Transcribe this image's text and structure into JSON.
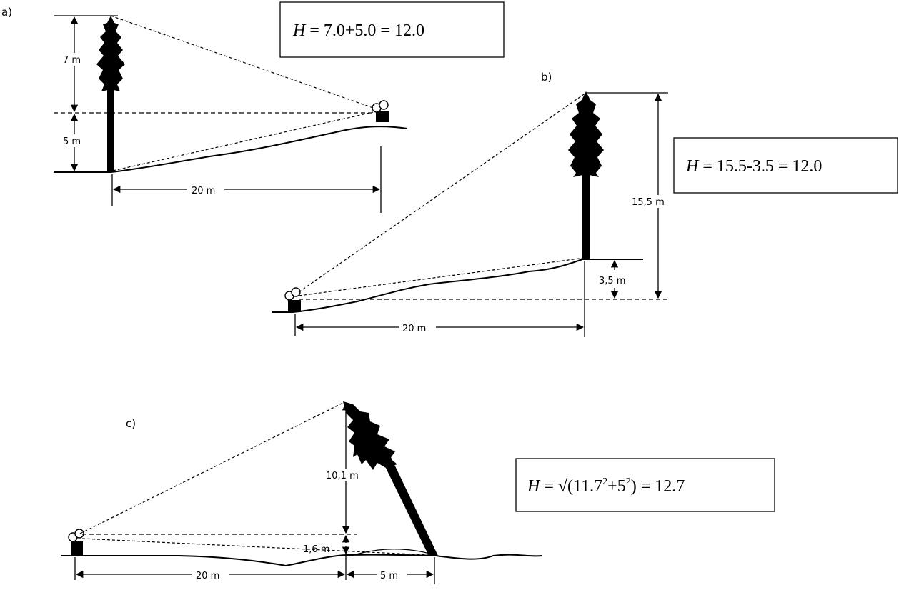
{
  "panels": {
    "a": {
      "label": "a)",
      "formula": {
        "prefix": "H",
        "text": " = 7.0+5.0 = 12.0"
      },
      "dims": {
        "upper": "7 m",
        "lower": "5 m",
        "distance": "20 m"
      }
    },
    "b": {
      "label": "b)",
      "formula": {
        "prefix": "H",
        "text": " = 15.5-3.5 = 12.0"
      },
      "dims": {
        "total": "15,5 m",
        "base": "3,5 m",
        "distance": "20 m"
      }
    },
    "c": {
      "label": "c)",
      "formula": {
        "prefix": "H",
        "eq": " = √(11.7",
        "exp1": "2",
        "plus": "+5",
        "exp2": "2",
        "tail": ") = 12.7"
      },
      "dims": {
        "upper": "10,1 m",
        "lower": "1,6 m",
        "distance": "20 m",
        "lean": "5 m"
      }
    }
  }
}
